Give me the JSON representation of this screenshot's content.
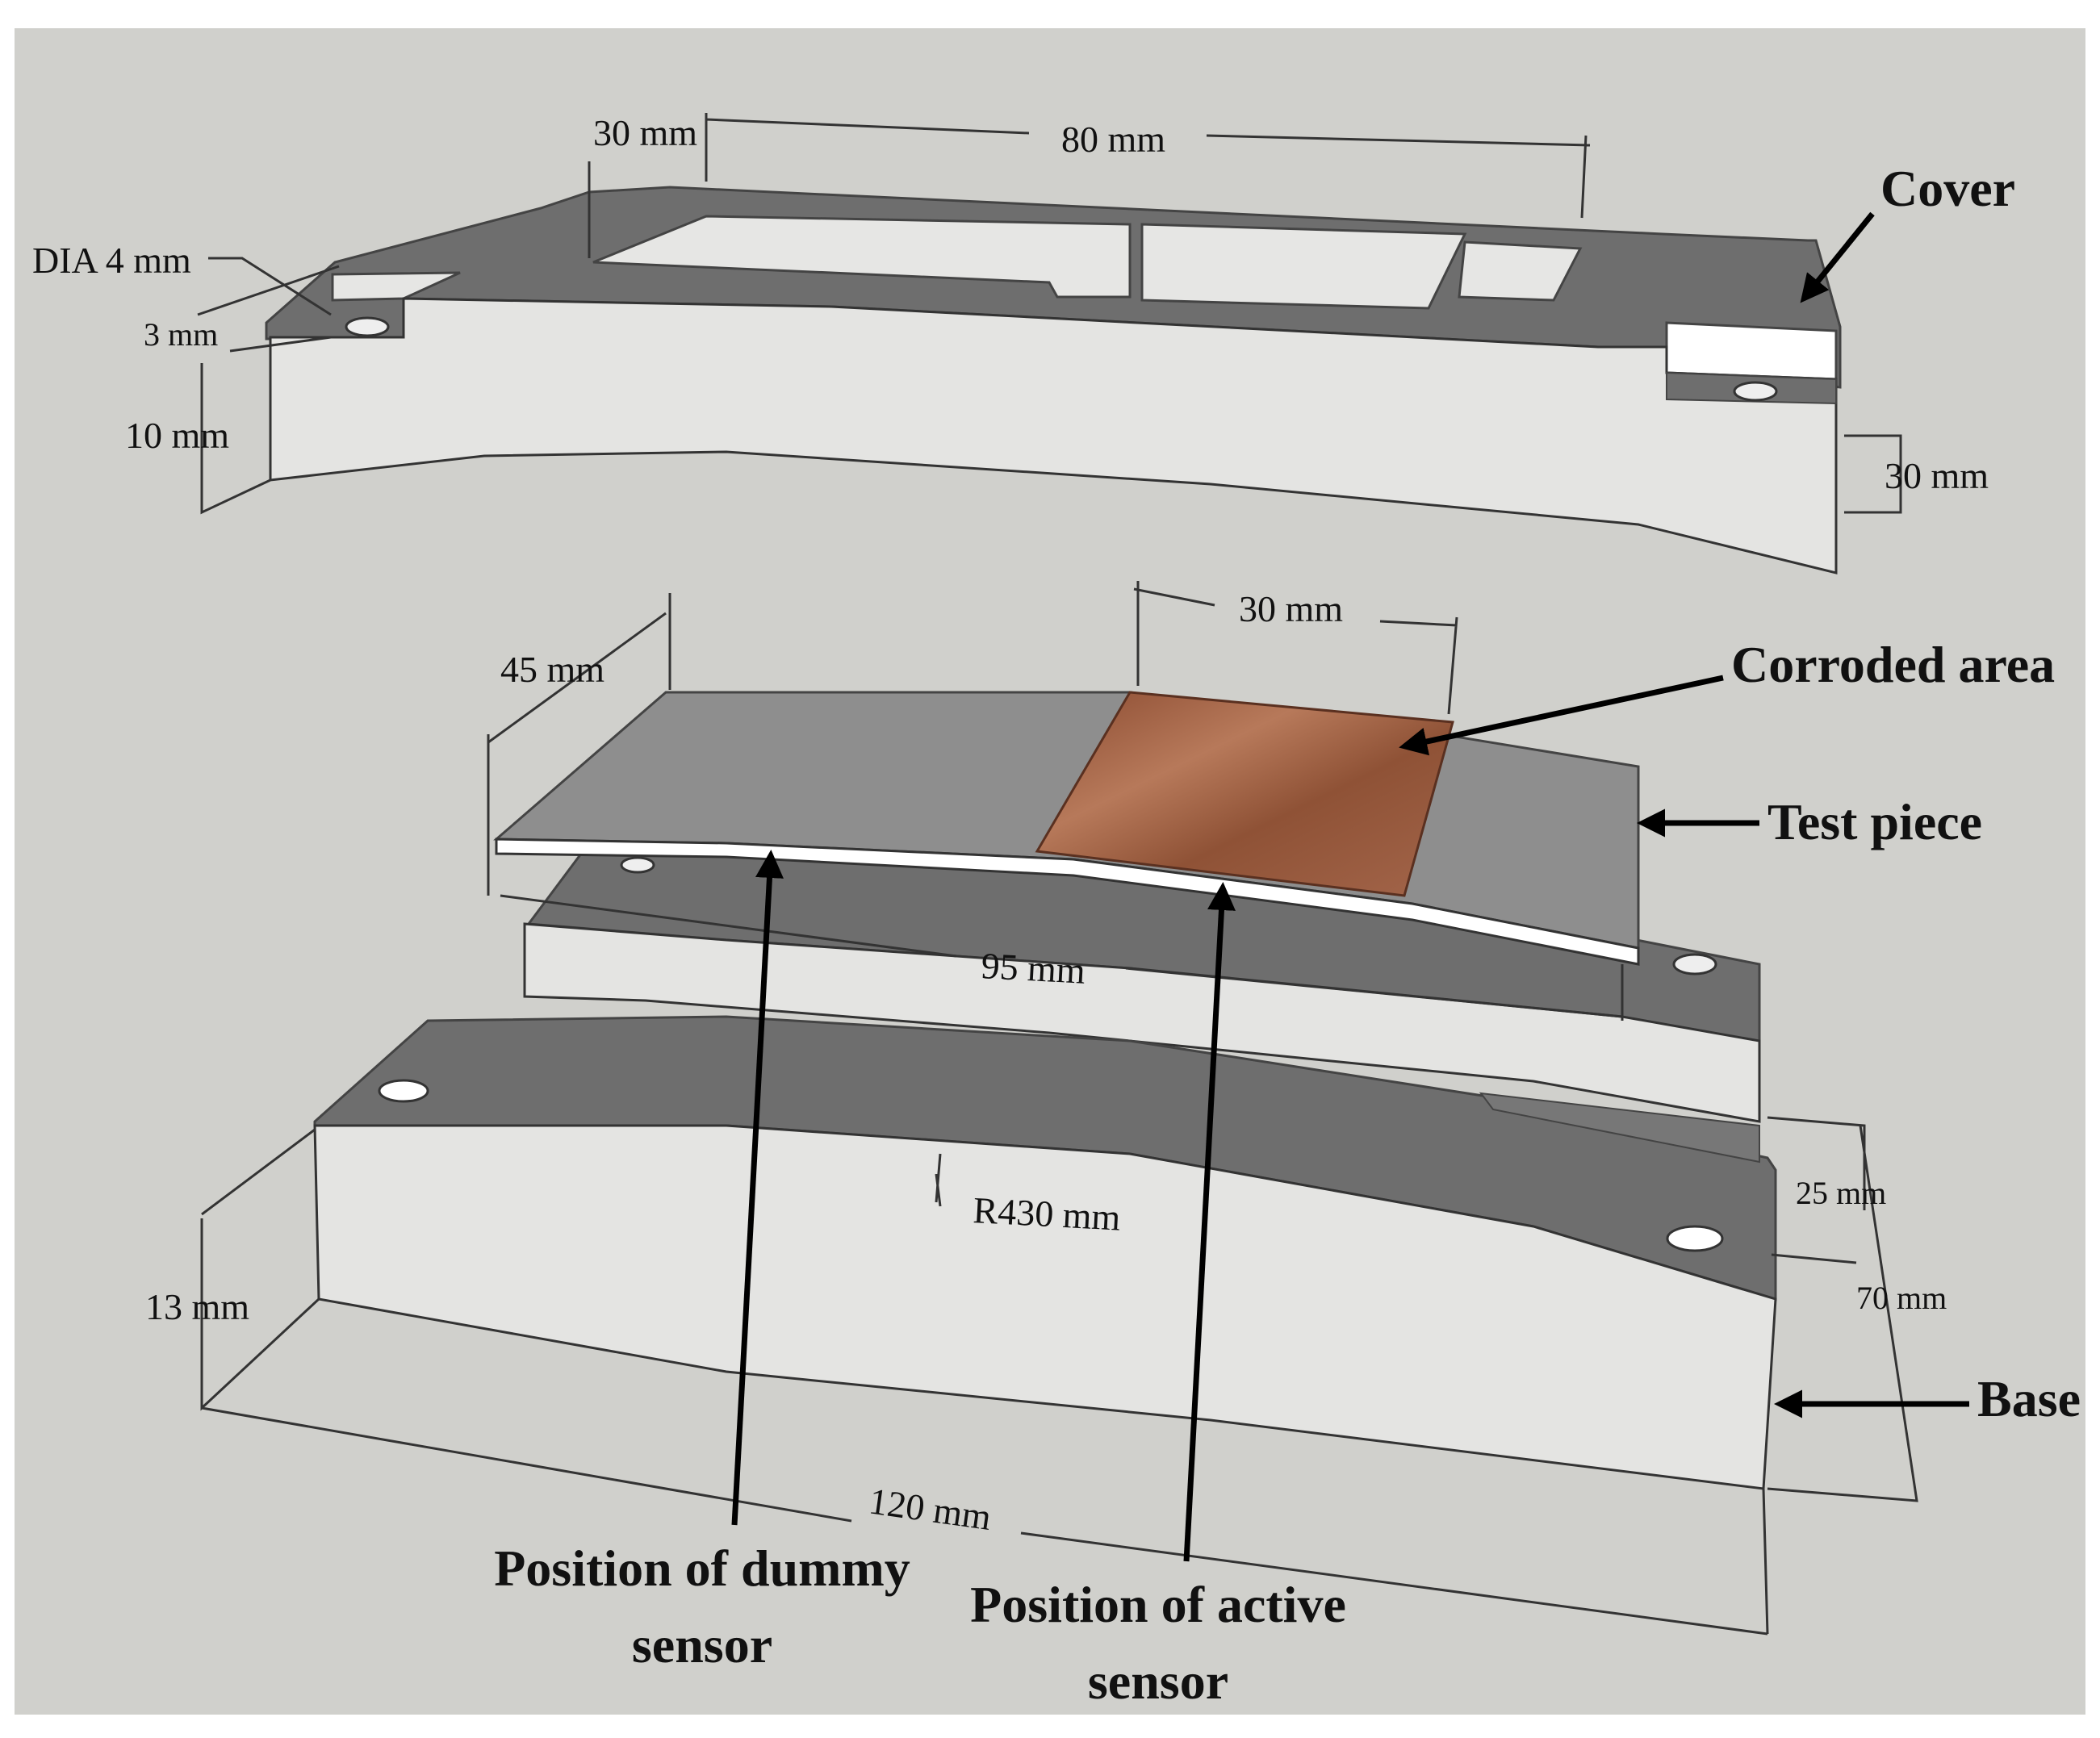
{
  "labels": {
    "cover": "Cover",
    "corroded_area": "Corroded area",
    "test_piece": "Test piece",
    "base": "Base",
    "dummy_sensor_line1": "Position of dummy",
    "dummy_sensor_line2": "sensor",
    "active_sensor_line1": "Position of active",
    "active_sensor_line2": "sensor"
  },
  "dimensions": {
    "cover_slot_offset": "30 mm",
    "cover_slot_length": "80 mm",
    "hole_diameter": "DIA 4 mm",
    "hole_offset": "3 mm",
    "cover_height": "10 mm",
    "cover_width": "30 mm",
    "test_piece_width": "45 mm",
    "corroded_length": "30 mm",
    "test_piece_length": "95 mm",
    "radius": "R430 mm",
    "base_height": "13 mm",
    "base_step_width": "25 mm",
    "base_width": "70 mm",
    "base_length": "120 mm"
  },
  "colors": {
    "background": "#d0d0cc",
    "top_face": "#6e6e6e",
    "side_face": "#e4e4e2",
    "test_piece_top": "#8e8e8e",
    "corrosion": "#9a5a3c"
  }
}
